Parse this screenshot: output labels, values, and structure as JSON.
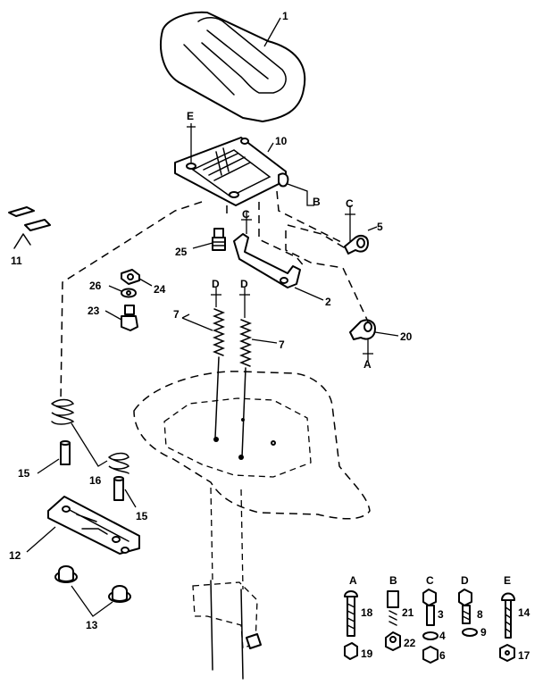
{
  "parts": {
    "p1": "1",
    "p2": "2",
    "p3": "3",
    "p4": "4",
    "p5": "5",
    "p6": "6",
    "p7a": "7",
    "p7b": "7",
    "p8": "8",
    "p9": "9",
    "p10": "10",
    "p11": "11",
    "p12": "12",
    "p13": "13",
    "p14": "14",
    "p15a": "15",
    "p15b": "15",
    "p16": "16",
    "p17": "17",
    "p18": "18",
    "p19": "19",
    "p20": "20",
    "p21": "21",
    "p22": "22",
    "p23": "23",
    "p24": "24",
    "p25": "25",
    "p26": "26"
  },
  "refs": {
    "E_top": "E",
    "B_ref": "B",
    "C_bracket": "C",
    "C_clamp": "C",
    "D_left": "D",
    "D_right": "D",
    "A_clamp": "A"
  },
  "legend": {
    "A": "A",
    "B": "B",
    "C": "C",
    "D": "D",
    "E": "E"
  }
}
